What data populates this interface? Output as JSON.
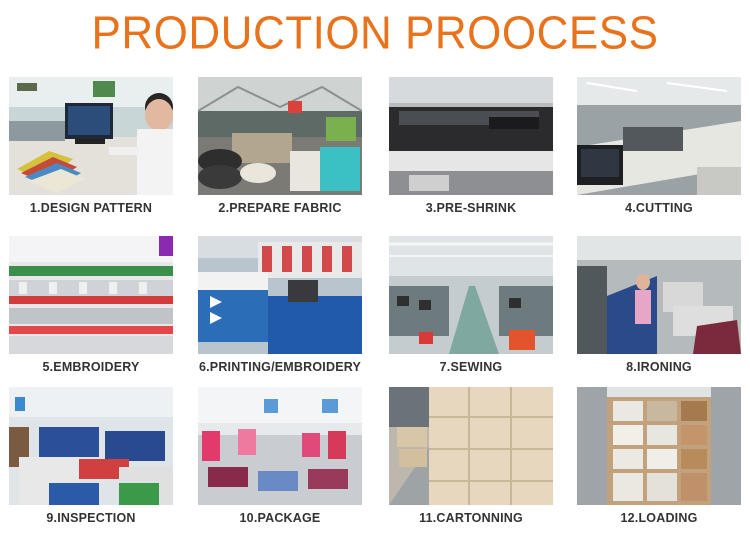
{
  "title": "PRODUCTION PROOCESS",
  "steps": [
    {
      "label": "1.DESIGN PATTERN"
    },
    {
      "label": "2.PREPARE FABRIC"
    },
    {
      "label": "3.PRE-SHRINK"
    },
    {
      "label": "4.CUTTING"
    },
    {
      "label": "5.EMBROIDERY"
    },
    {
      "label": "6.PRINTING/EMBROIDERY"
    },
    {
      "label": "7.SEWING"
    },
    {
      "label": "8.IRONING"
    },
    {
      "label": "9.INSPECTION"
    },
    {
      "label": "10.PACKAGE"
    },
    {
      "label": "11.CARTONNING"
    },
    {
      "label": "12.LOADING"
    }
  ],
  "colors": {
    "title": "#e8731c",
    "caption": "#333333",
    "background": "#ffffff"
  }
}
